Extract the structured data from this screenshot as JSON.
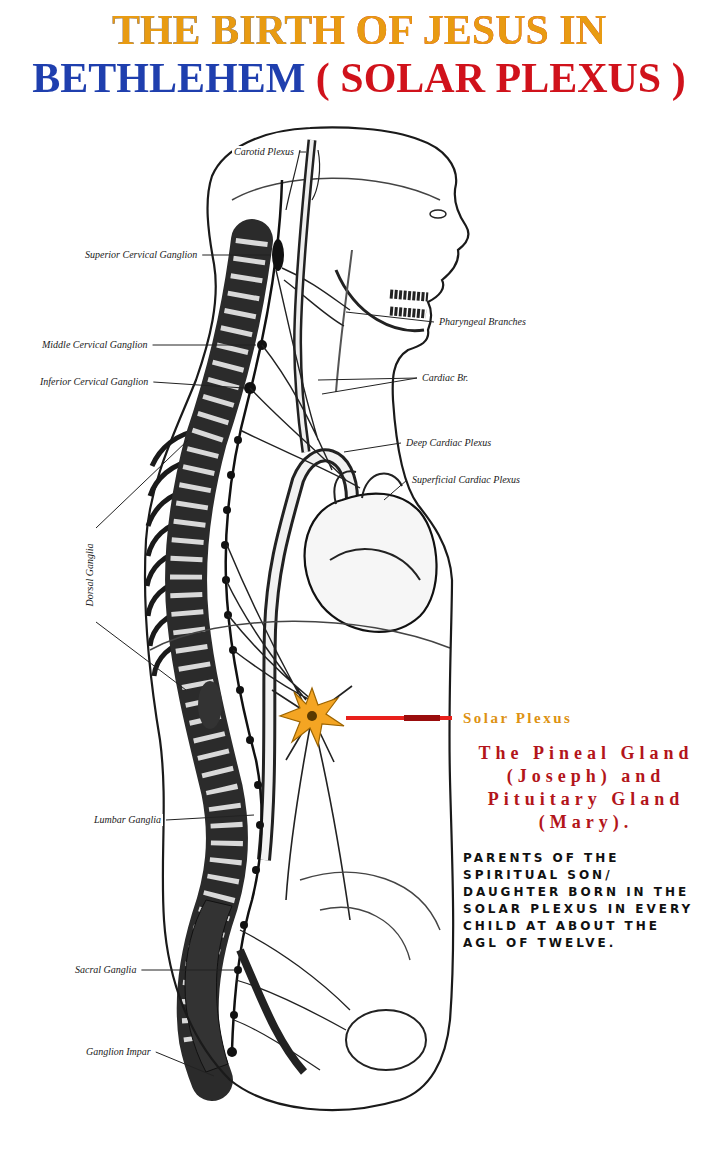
{
  "diagram": {
    "title": "THE BIRTH OF JESUS IN BETHLEHEM ( SOLAR PLEXUS )",
    "labels": [
      "Carotid Plexus",
      "Superior Cervical Ganglion",
      "Pharyngeal Branches",
      "Middle Cervical Ganglion",
      "Inferior Cervical Ganglion",
      "Cardiac Br.",
      "Deep Cardiac Plexus",
      "Superficial Cardiac Plexus",
      "Dorsal Ganglia",
      "Lumbar Ganglia",
      "Sacral Ganglia",
      "Ganglion Impar",
      "Solar Plexus",
      "The Pineal Gland (Joseph) and Pituitary Gland (Mary).",
      "PARENTS OF THE SPIRITUAL SON/ DAUGHTER BORN IN THE SOLAR PLEXUS IN EVERY CHILD AT ABOUT THE AGL OF TWELVE."
    ]
  }
}
